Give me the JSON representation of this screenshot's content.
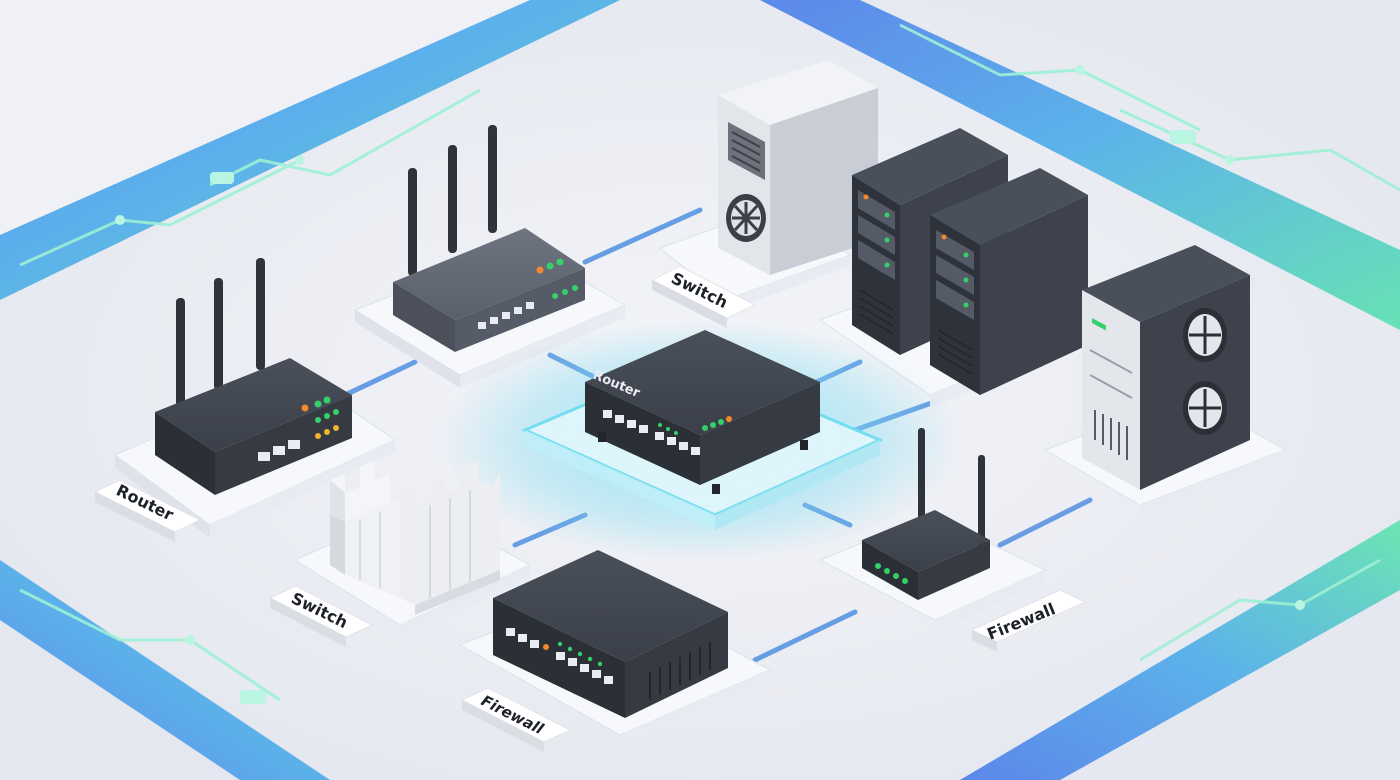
{
  "labels": {
    "router_left": "Router",
    "switch_center": "Switch",
    "switch_left": "Switch",
    "router_device": "Router",
    "firewall_right": "Firewall",
    "firewall_bottom": "Firewall"
  },
  "colors": {
    "background": "#eceef4",
    "tile": "#f7f8fb",
    "device_dark": "#3d424c",
    "device_gray": "#5f6570",
    "led_green": "#35d06a",
    "led_orange": "#f08a2a",
    "glow_cyan": "#5fd7f0",
    "link_blue": "#4f8fe0",
    "border_blue": "#3d7be6",
    "border_green": "#4de0a0"
  },
  "icons": {
    "wireless_router": "wireless-router-icon",
    "network_switch": "network-switch-icon",
    "server_rack": "server-rack-icon",
    "server_tower": "server-tower-icon",
    "firewall_block": "firewall-icon"
  }
}
